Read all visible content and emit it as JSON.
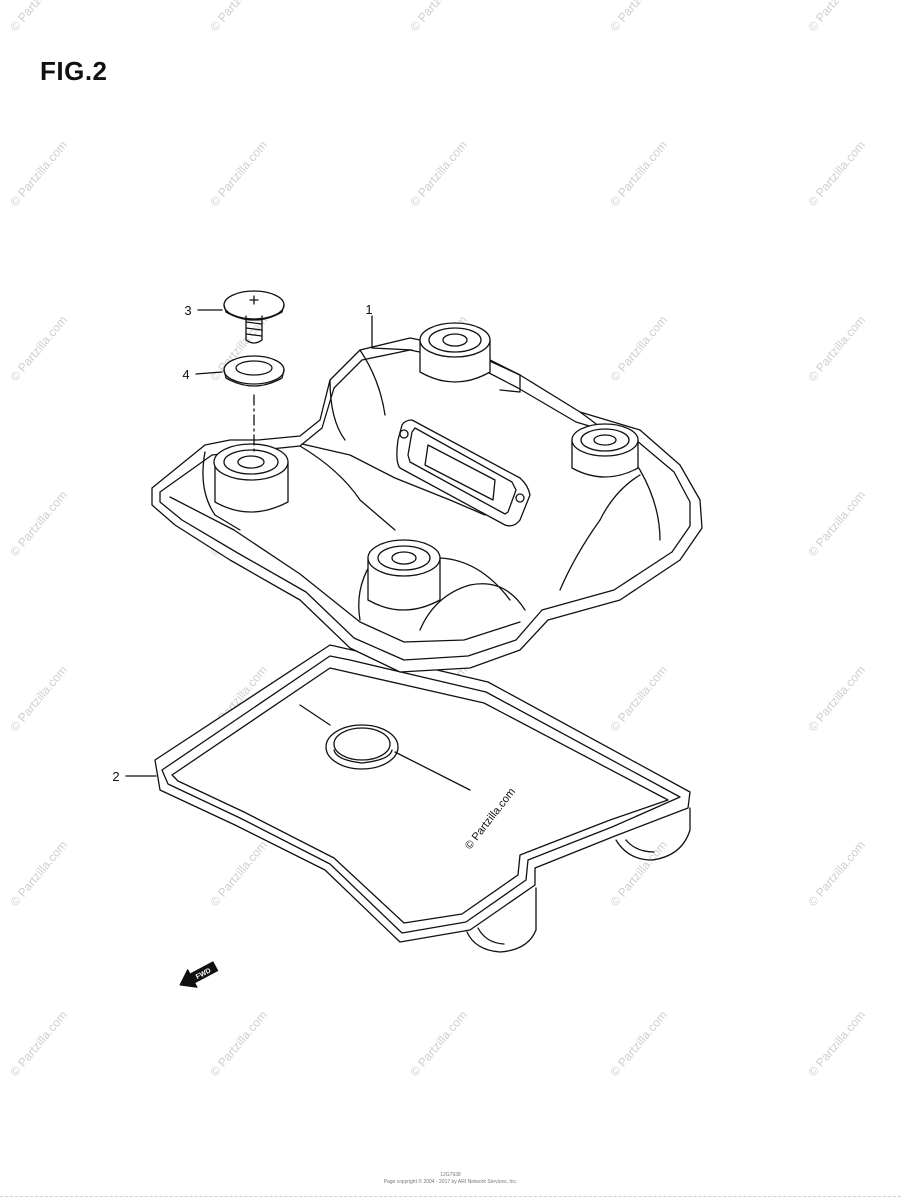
{
  "figure": {
    "title": "FIG.2"
  },
  "watermark": {
    "text": "© Partzilla.com"
  },
  "callouts": [
    {
      "number": "1",
      "part": "cylinder-head-cover"
    },
    {
      "number": "2",
      "part": "cover-gasket"
    },
    {
      "number": "3",
      "part": "bolt"
    },
    {
      "number": "4",
      "part": "seal-washer"
    }
  ],
  "gasket_watermark": "© Partzilla.com",
  "fwd_arrow": {
    "label": "FWD"
  },
  "footer": {
    "code": "12G7938",
    "copyright": "Page copyright © 2004 - 2017 by ARI Network Services, Inc."
  },
  "colors": {
    "line": "#111111",
    "watermark": "#cfcfcf"
  }
}
